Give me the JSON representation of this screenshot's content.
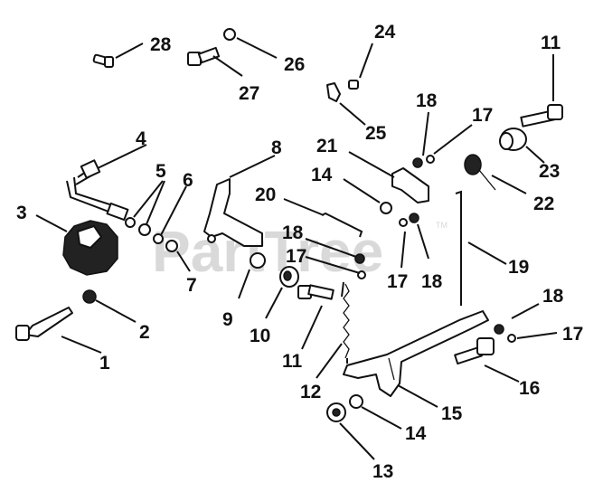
{
  "watermark": {
    "text": "PartTree",
    "tm": "TM"
  },
  "callouts": {
    "c1": "1",
    "c2": "2",
    "c3": "3",
    "c4": "4",
    "c5": "5",
    "c6": "6",
    "c7": "7",
    "c8": "8",
    "c9": "9",
    "c10": "10",
    "c11a": "11",
    "c11b": "11",
    "c12": "12",
    "c13": "13",
    "c14a": "14",
    "c14b": "14",
    "c15": "15",
    "c16": "16",
    "c17a": "17",
    "c17b": "17",
    "c17c": "17",
    "c17d": "17",
    "c18a": "18",
    "c18b": "18",
    "c18c": "18",
    "c18d": "18",
    "c19": "19",
    "c20": "20",
    "c21": "21",
    "c22": "22",
    "c23": "23",
    "c24": "24",
    "c25": "25",
    "c26": "26",
    "c27": "27",
    "c28": "28"
  }
}
